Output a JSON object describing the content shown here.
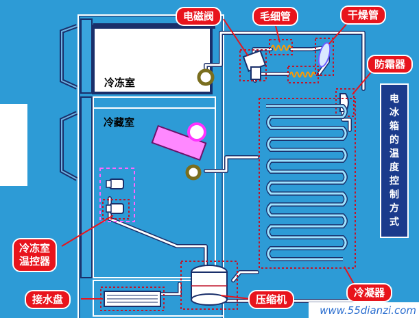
{
  "labels": {
    "solenoid_valve": "电磁阀",
    "capillary": "毛细管",
    "dryer": "干燥管",
    "defrost": "防霜器",
    "freezer": "冷冻室",
    "fridge": "冷藏室",
    "freezer_thermostat_line1": "冷冻室",
    "freezer_thermostat_line2": "温控器",
    "drip_tray": "接水盘",
    "compressor": "压缩机",
    "condenser": "冷凝器"
  },
  "side_title": [
    "电",
    "冰",
    "箱",
    "的",
    "温",
    "度",
    "控",
    "制",
    "方",
    "式"
  ],
  "watermark": "www.55dianzi.com",
  "colors": {
    "background": "#2d9bd6",
    "callout": "#e8141c",
    "outline": "#ffffff",
    "title_box": "#1b3b8c",
    "dotted_box": "#c0152a"
  }
}
